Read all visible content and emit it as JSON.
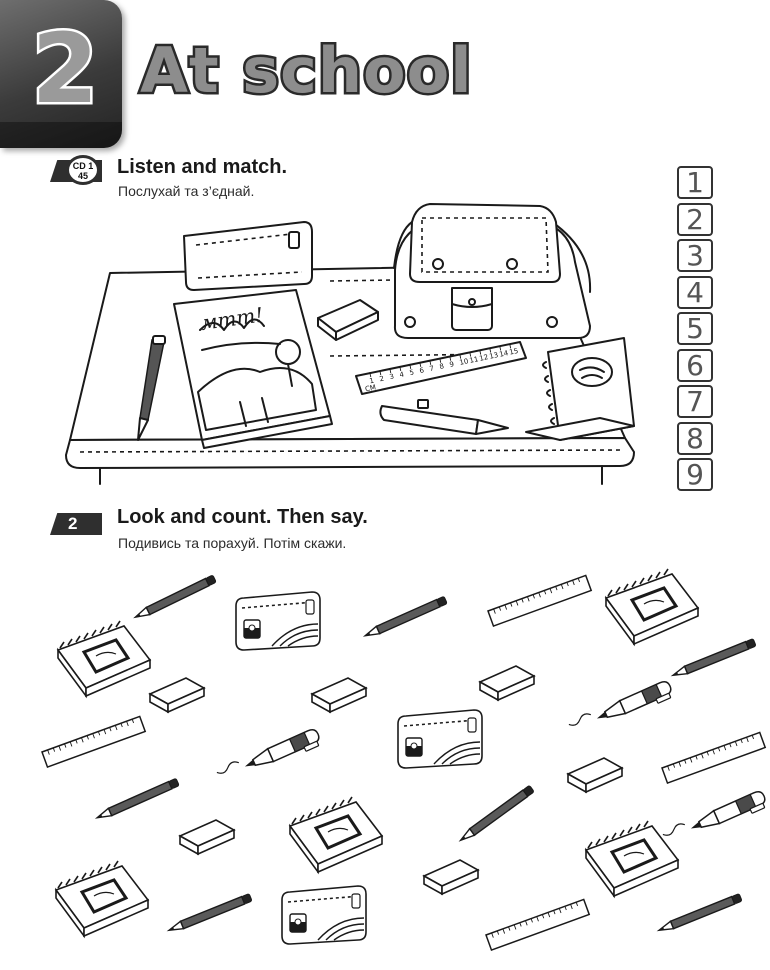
{
  "unit": {
    "number": "2",
    "title": "At school"
  },
  "exercise1": {
    "number": "1",
    "cd": {
      "line1": "CD 1",
      "line2": "45"
    },
    "title": "Listen and match.",
    "subtitle": "Послухай та з’єднай.",
    "numbers": [
      "1",
      "2",
      "3",
      "4",
      "5",
      "6",
      "7",
      "8",
      "9"
    ]
  },
  "exercise2": {
    "number": "2",
    "title": "Look and count. Then say.",
    "subtitle": "Подивись та порахуй. Потім скажи."
  },
  "ruler": {
    "ticks": [
      "1",
      "2",
      "3",
      "4",
      "5",
      "6",
      "7",
      "8",
      "9",
      "10",
      "11",
      "12",
      "13",
      "14",
      "15"
    ],
    "unit": "CM"
  },
  "notebook_text": "мmm!"
}
